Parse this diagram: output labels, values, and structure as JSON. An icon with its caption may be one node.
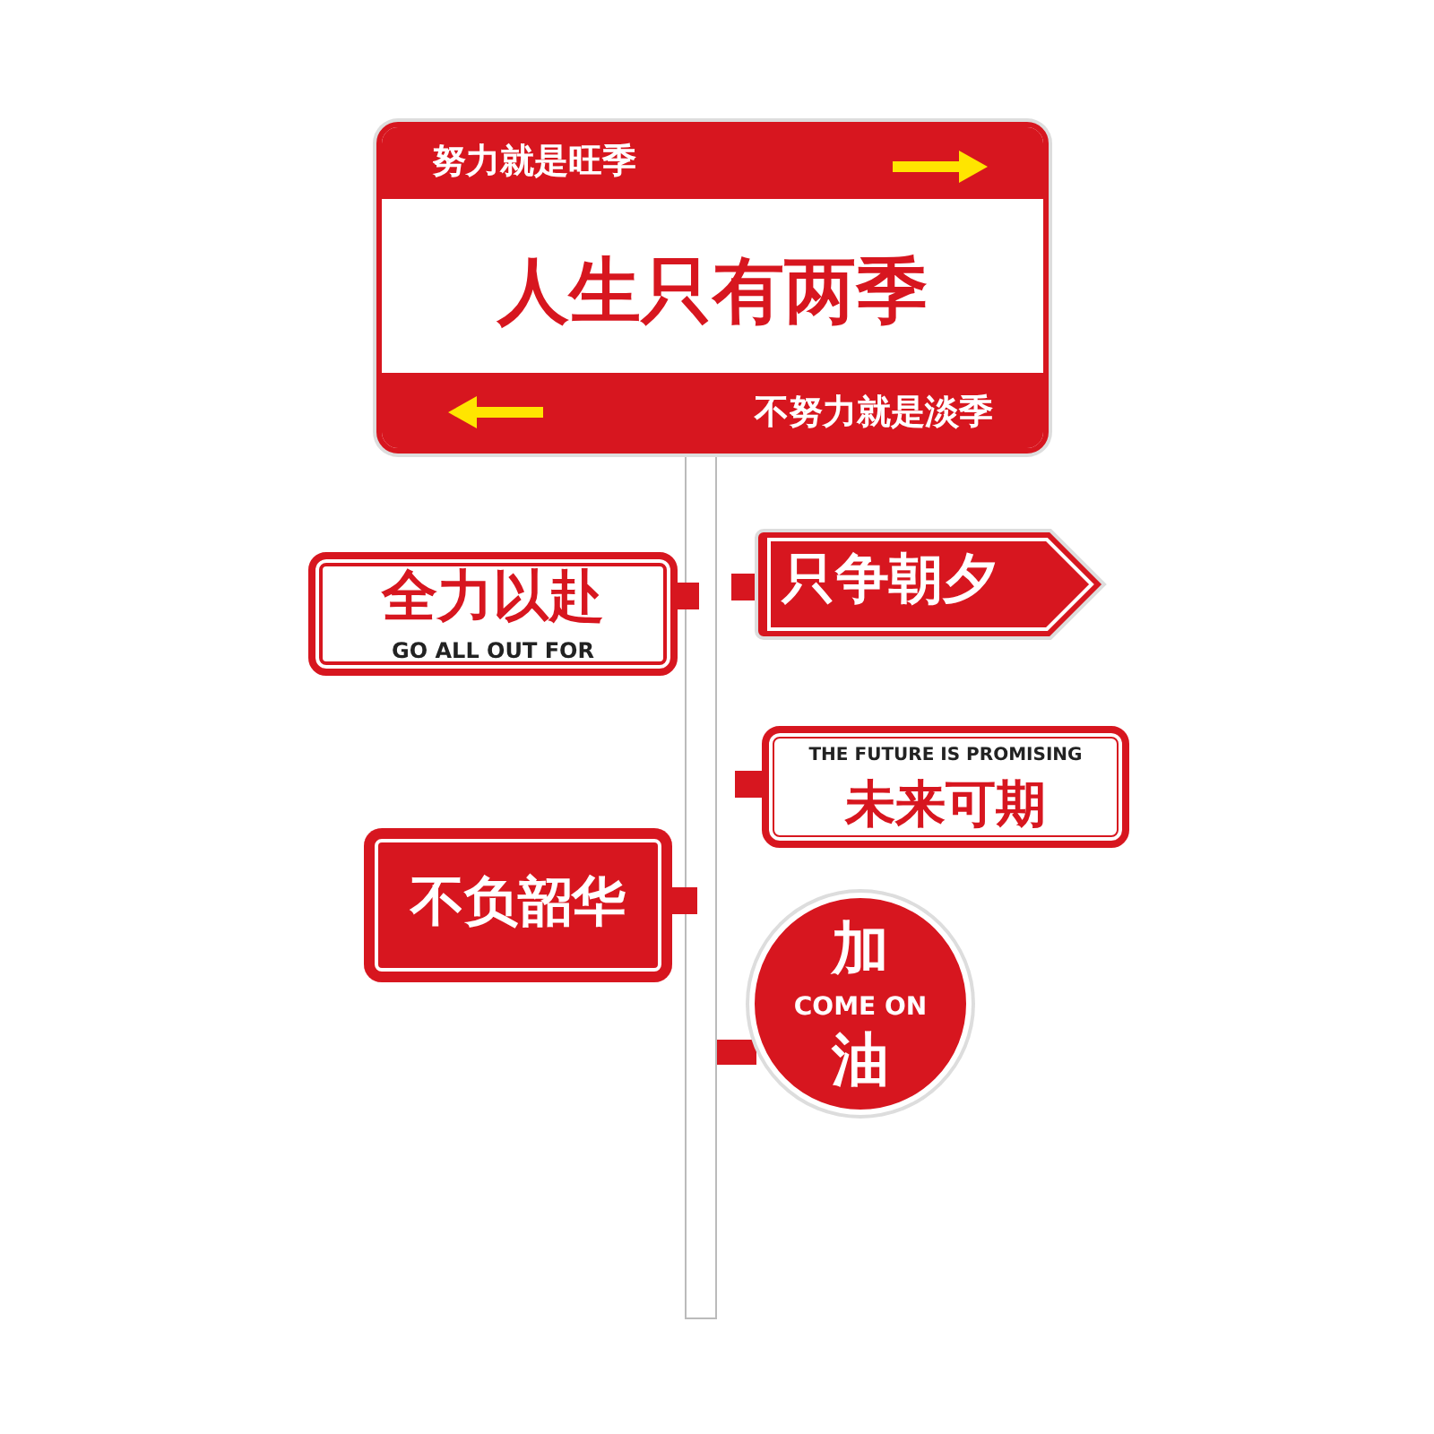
{
  "diagram": {
    "nodes": [
      {
        "text": [
          "努力就是旺季",
          "人生只有两季",
          "不努力就是淡季"
        ]
      },
      {
        "text": [
          "全力以赴",
          "GO ALL OUT FOR"
        ]
      },
      {
        "text": [
          "只争朝夕"
        ]
      },
      {
        "text": [
          "THE FUTURE IS PROMISING",
          "未来可期"
        ]
      },
      {
        "text": [
          "不负韶华"
        ]
      },
      {
        "text": [
          "加",
          "COME ON",
          "油"
        ]
      },
      {
        "text": [],
        "shape": "bar"
      }
    ]
  }
}
